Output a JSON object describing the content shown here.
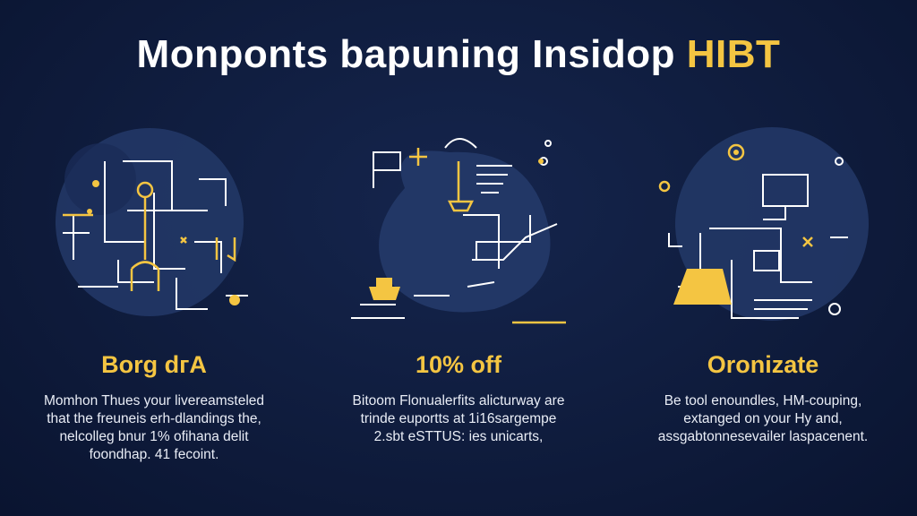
{
  "title": {
    "main": "Monponts bapuning Insidop",
    "accent": "HIBT"
  },
  "columns": [
    {
      "heading": "Borg dгA",
      "lines": [
        "Momhon Thues your livereamѕteled",
        "that the freuneis erh-dlandings the,",
        "nelcolleg bnur 1% ofihana delit",
        "foondhap. 41 fecoint."
      ],
      "icons": [
        "network-icon",
        "lock-icon",
        "gear-icon"
      ]
    },
    {
      "heading": "10% off",
      "lines": [
        "Bitoom Flonualerfits alicturway are",
        "trinde euportts at 1i16sargempe",
        "2.sbt eSTTUS: ies unicarts,"
      ],
      "icons": [
        "chart-icon",
        "ship-icon",
        "gear-icon"
      ]
    },
    {
      "heading": "Oronizate",
      "lines": [
        "Be tool enoundles, HM-couping,",
        "extanged on your Hy and,",
        "assgabtonnesevailer laspacenent."
      ],
      "icons": [
        "monitor-icon",
        "gear-icon",
        "building-icon"
      ]
    }
  ],
  "colors": {
    "background": "#0f1c3d",
    "accent": "#f4c542",
    "blob": "#223766",
    "line": "#ffffff"
  }
}
